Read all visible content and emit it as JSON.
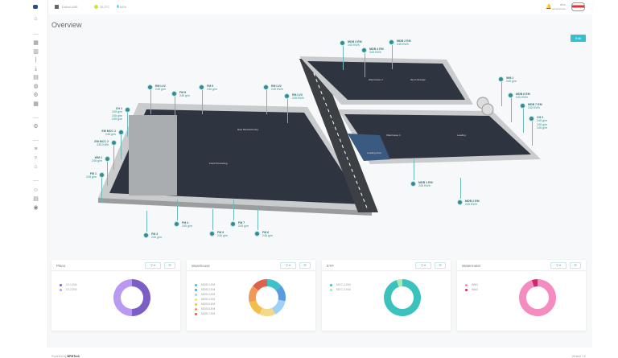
{
  "topbar": {
    "location": "Dubai,UAE",
    "temperature": "26.3°C",
    "humidity": "84%",
    "user_name": "dba",
    "user_role": "administrator"
  },
  "page": {
    "title": "Overview",
    "edit_label": "Edit"
  },
  "map": {
    "buildings": [
      "Raw Manufacturing",
      "Food Processing",
      "Warehouse 2",
      "Items Storage",
      "Warehouse 1",
      "Loading",
      "Loading Area"
    ],
    "tags": [
      {
        "name": "EM LV2",
        "values": [
          "245 g/m"
        ]
      },
      {
        "name": "FM 8",
        "values": [
          "245 g/m"
        ]
      },
      {
        "name": "FM 9",
        "values": [
          "245 g/m"
        ]
      },
      {
        "name": "EM LV2",
        "values": [
          "245 KWh"
        ]
      },
      {
        "name": "EM LV3",
        "values": [
          "245 KWh"
        ]
      },
      {
        "name": "CH 1",
        "values": [
          "245 g/m",
          "245 g/m",
          "245 g/m"
        ]
      },
      {
        "name": "EM MCC 1",
        "values": [
          "245 g/m"
        ]
      },
      {
        "name": "EM MCC 2",
        "values": [
          "245 KWh"
        ]
      },
      {
        "name": "WM 1",
        "values": [
          "245 g/m"
        ]
      },
      {
        "name": "FM 1",
        "values": [
          "245 g/m"
        ]
      },
      {
        "name": "FM 3",
        "values": [
          "245 g/m"
        ]
      },
      {
        "name": "FM 4",
        "values": [
          "245 g/m"
        ]
      },
      {
        "name": "FM 5",
        "values": [
          "245 g/m"
        ]
      },
      {
        "name": "FM 7",
        "values": [
          "245 g/m"
        ]
      },
      {
        "name": "FM 6",
        "values": [
          "245 g/m"
        ]
      },
      {
        "name": "MDB 3 EM",
        "values": [
          "245 KWh"
        ]
      },
      {
        "name": "MDB 4 EM",
        "values": [
          "245 KWh"
        ]
      },
      {
        "name": "MDB 2 EM",
        "values": [
          "245 KWh"
        ]
      },
      {
        "name": "WM 1",
        "values": [
          "245 g/m"
        ]
      },
      {
        "name": "MDB 6 EM",
        "values": [
          "245 KWh"
        ]
      },
      {
        "name": "MDB 7 EM",
        "values": [
          "245 KWh"
        ]
      },
      {
        "name": "CH 2",
        "values": [
          "245 g/m",
          "245 g/m",
          "245 g/m"
        ]
      },
      {
        "name": "MDB 1 EM",
        "values": [
          "245 KWh"
        ]
      },
      {
        "name": "MDB 2 EM",
        "values": [
          "245 KWh"
        ]
      }
    ]
  },
  "cards": [
    {
      "title": "Plans",
      "legend": [
        {
          "label": "LV-1-EM",
          "color": "#7b5fc7",
          "value": 50
        },
        {
          "label": "LV-2-EM",
          "color": "#b99af0",
          "value": 50
        }
      ]
    },
    {
      "title": "Warehouse",
      "legend": [
        {
          "label": "MDB-1-EM",
          "color": "#3fc1c9",
          "value": 14
        },
        {
          "label": "MDB-2-EM",
          "color": "#5a9be0",
          "value": 14
        },
        {
          "label": "MDB-3-EM",
          "color": "#9fd0f5",
          "value": 15
        },
        {
          "label": "MDB-4-EM",
          "color": "#f5d98a",
          "value": 14
        },
        {
          "label": "MDB-5-EM",
          "color": "#f2c04a",
          "value": 14
        },
        {
          "label": "MDB-6-EM",
          "color": "#f09a5a",
          "value": 15
        },
        {
          "label": "MDB-7-EM",
          "color": "#e0614a",
          "value": 14
        }
      ]
    },
    {
      "title": "ETP",
      "legend": [
        {
          "label": "MCC-1-EM",
          "color": "#3cc2bd",
          "value": 95
        },
        {
          "label": "MCC-2-EM",
          "color": "#a8eab0",
          "value": 5
        }
      ]
    },
    {
      "title": "Watermeter",
      "legend": [
        {
          "label": "WM1",
          "color": "#f58cc0",
          "value": 95
        },
        {
          "label": "WM2",
          "color": "#d6246e",
          "value": 5
        }
      ]
    }
  ],
  "footer": {
    "powered_by": "Powered by",
    "brand": "BPMTech",
    "version": "Version 1.0"
  }
}
